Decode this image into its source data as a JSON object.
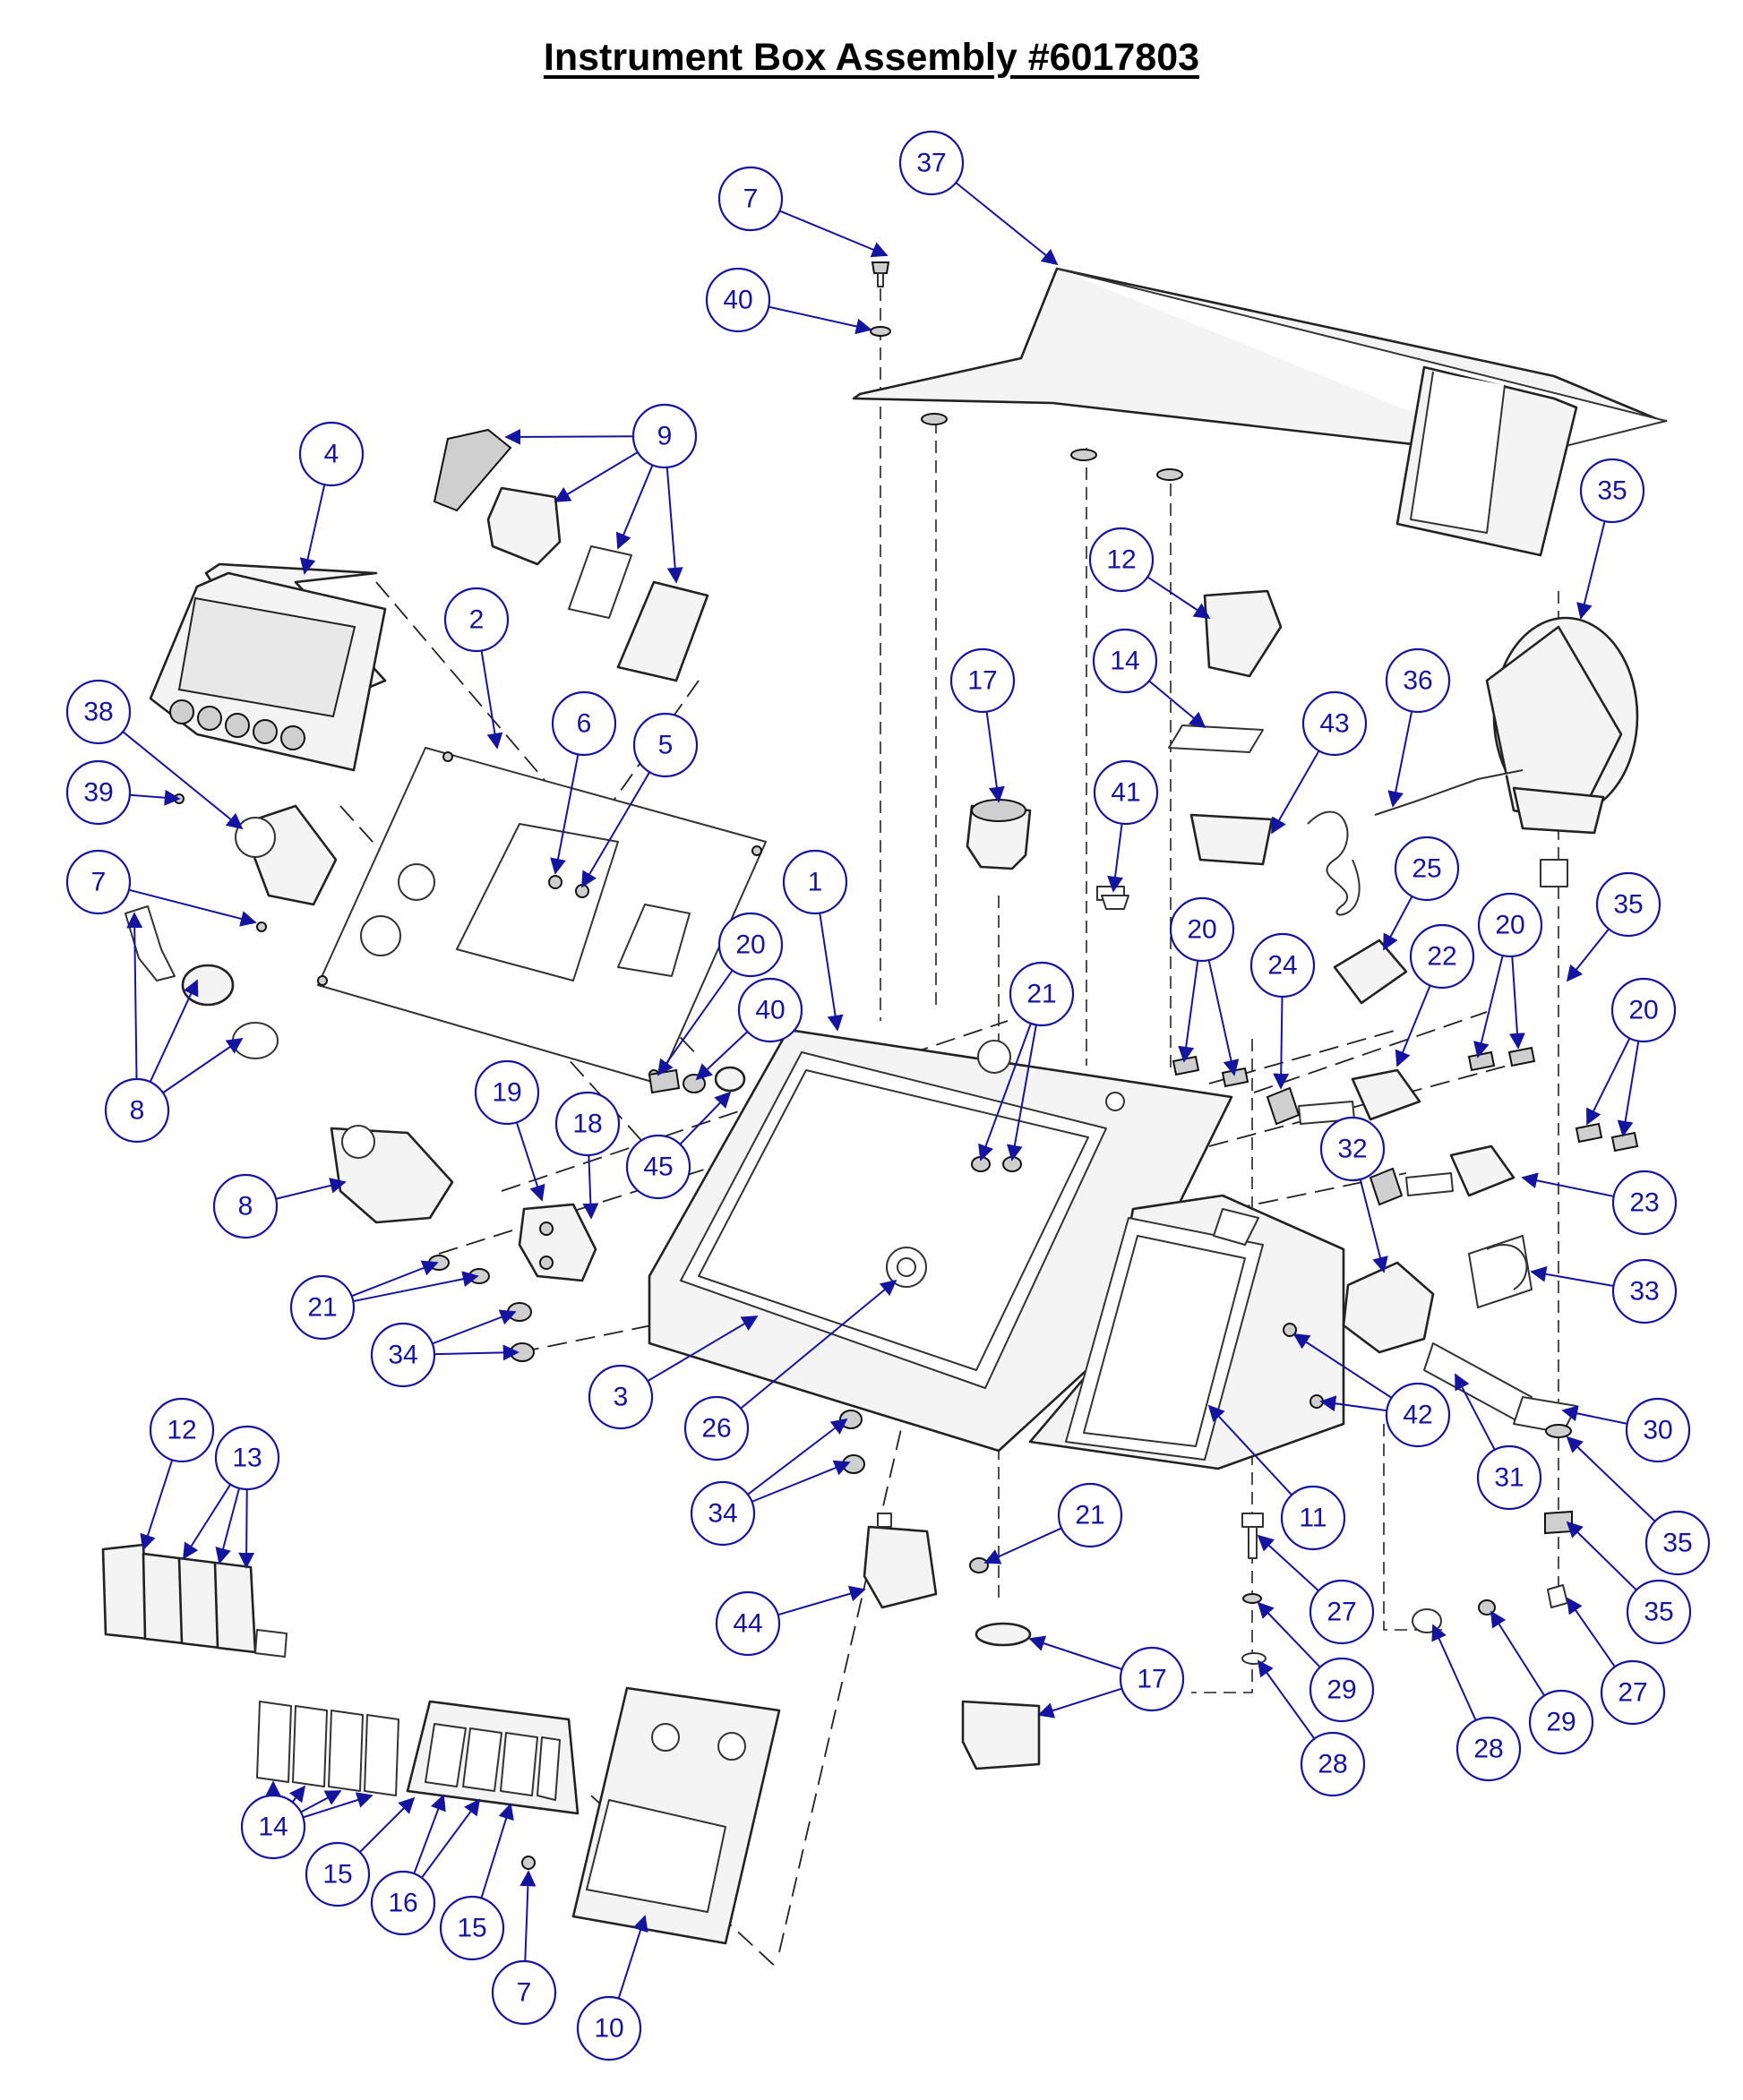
{
  "title": "Instrument Box Assembly #6017803",
  "callout_color": "#1414a0",
  "line_color": "#222222",
  "callouts": [
    {
      "id": "c7-top",
      "label": "7"
    },
    {
      "id": "c37",
      "label": "37"
    },
    {
      "id": "c40-top",
      "label": "40"
    },
    {
      "id": "c9",
      "label": "9"
    },
    {
      "id": "c4",
      "label": "4"
    },
    {
      "id": "c35-lamp",
      "label": "35"
    },
    {
      "id": "c12-top",
      "label": "12"
    },
    {
      "id": "c2",
      "label": "2"
    },
    {
      "id": "c14-top",
      "label": "14"
    },
    {
      "id": "c17-top",
      "label": "17"
    },
    {
      "id": "c36",
      "label": "36"
    },
    {
      "id": "c38",
      "label": "38"
    },
    {
      "id": "c6",
      "label": "6"
    },
    {
      "id": "c5",
      "label": "5"
    },
    {
      "id": "c43",
      "label": "43"
    },
    {
      "id": "c39",
      "label": "39"
    },
    {
      "id": "c41",
      "label": "41"
    },
    {
      "id": "c25",
      "label": "25"
    },
    {
      "id": "c1",
      "label": "1"
    },
    {
      "id": "c7-left",
      "label": "7"
    },
    {
      "id": "c20-a",
      "label": "20"
    },
    {
      "id": "c35-bracket",
      "label": "35"
    },
    {
      "id": "c20-b",
      "label": "20"
    },
    {
      "id": "c20-left",
      "label": "20"
    },
    {
      "id": "c24",
      "label": "24"
    },
    {
      "id": "c22",
      "label": "22"
    },
    {
      "id": "c21-top",
      "label": "21"
    },
    {
      "id": "c40-mid",
      "label": "40"
    },
    {
      "id": "c20-c",
      "label": "20"
    },
    {
      "id": "c8-upper",
      "label": "8"
    },
    {
      "id": "c19",
      "label": "19"
    },
    {
      "id": "c18",
      "label": "18"
    },
    {
      "id": "c32",
      "label": "32"
    },
    {
      "id": "c45",
      "label": "45"
    },
    {
      "id": "c23",
      "label": "23"
    },
    {
      "id": "c8-lower",
      "label": "8"
    },
    {
      "id": "c21-left",
      "label": "21"
    },
    {
      "id": "c33",
      "label": "33"
    },
    {
      "id": "c34-left",
      "label": "34"
    },
    {
      "id": "c3",
      "label": "3"
    },
    {
      "id": "c42",
      "label": "42"
    },
    {
      "id": "c26",
      "label": "26"
    },
    {
      "id": "c30",
      "label": "30"
    },
    {
      "id": "c12-bottom",
      "label": "12"
    },
    {
      "id": "c13",
      "label": "13"
    },
    {
      "id": "c31",
      "label": "31"
    },
    {
      "id": "c34-mid",
      "label": "34"
    },
    {
      "id": "c11",
      "label": "11"
    },
    {
      "id": "c21-bottom",
      "label": "21"
    },
    {
      "id": "c35-washer",
      "label": "35"
    },
    {
      "id": "c27-mid",
      "label": "27"
    },
    {
      "id": "c35-nut",
      "label": "35"
    },
    {
      "id": "c44",
      "label": "44"
    },
    {
      "id": "c17-bottom",
      "label": "17"
    },
    {
      "id": "c29-mid",
      "label": "29"
    },
    {
      "id": "c27-right",
      "label": "27"
    },
    {
      "id": "c28-right",
      "label": "28"
    },
    {
      "id": "c29-right",
      "label": "29"
    },
    {
      "id": "c28-mid",
      "label": "28"
    },
    {
      "id": "c14-bottom",
      "label": "14"
    },
    {
      "id": "c15-left",
      "label": "15"
    },
    {
      "id": "c16",
      "label": "16"
    },
    {
      "id": "c15-right",
      "label": "15"
    },
    {
      "id": "c7-bottom",
      "label": "7"
    },
    {
      "id": "c10",
      "label": "10"
    }
  ]
}
